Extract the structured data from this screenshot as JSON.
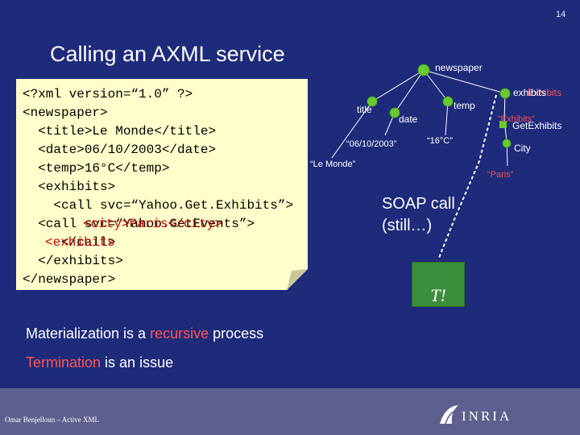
{
  "slide": {
    "number": "14",
    "title": "Calling an AXML service"
  },
  "xml_lines": [
    "<?xml version=“1.0” ?>",
    "<newspaper>",
    "  <title>Le Monde</title>",
    "  <date>06/10/2003</date>",
    "  <temp>16°C</temp>",
    "  <exhibits>",
    "    <call svc=“Yahoo.Get.Exhibits”>",
    "  <call svc=“Yahoo.GetEvents”>",
    "     </call>",
    "  </exhibits>",
    "</newspaper>"
  ],
  "xml_overlays": {
    "city_line": "<city>Paris</city>",
    "exhibits_tag": "<exhibits"
  },
  "tree": {
    "root": "newspaper",
    "nodes": {
      "title": "title",
      "date": "date",
      "temp": "temp",
      "exhibits": "exhibits",
      "exhibits_ghost": "Exhibits",
      "exhibits_quote": "“Exhibits”",
      "get_exhibits": "GetExhibits",
      "city": "City"
    },
    "literals": {
      "le_monde": "“Le Monde”",
      "date_value": "“06/10/2003”",
      "temp_value": "“16°C”",
      "paris": "“Paris”"
    }
  },
  "soap": {
    "line1": "SOAP call",
    "line2": "(still…)"
  },
  "termination_box": "T!",
  "bottom": {
    "line1_pre": "Materialization is a ",
    "line1_accent": "recursive",
    "line1_post": " process",
    "line2_accent": "Termination",
    "line2_post": " is an issue"
  },
  "footer": {
    "author": "Omar Benjelloun – Active XML",
    "logo_text": "INRIA"
  },
  "colors": {
    "background": "#1e2a7a",
    "note": "#ffffcc",
    "node": "#66cc33",
    "accent": "#ff5555",
    "footer": "#5f5f8f"
  }
}
